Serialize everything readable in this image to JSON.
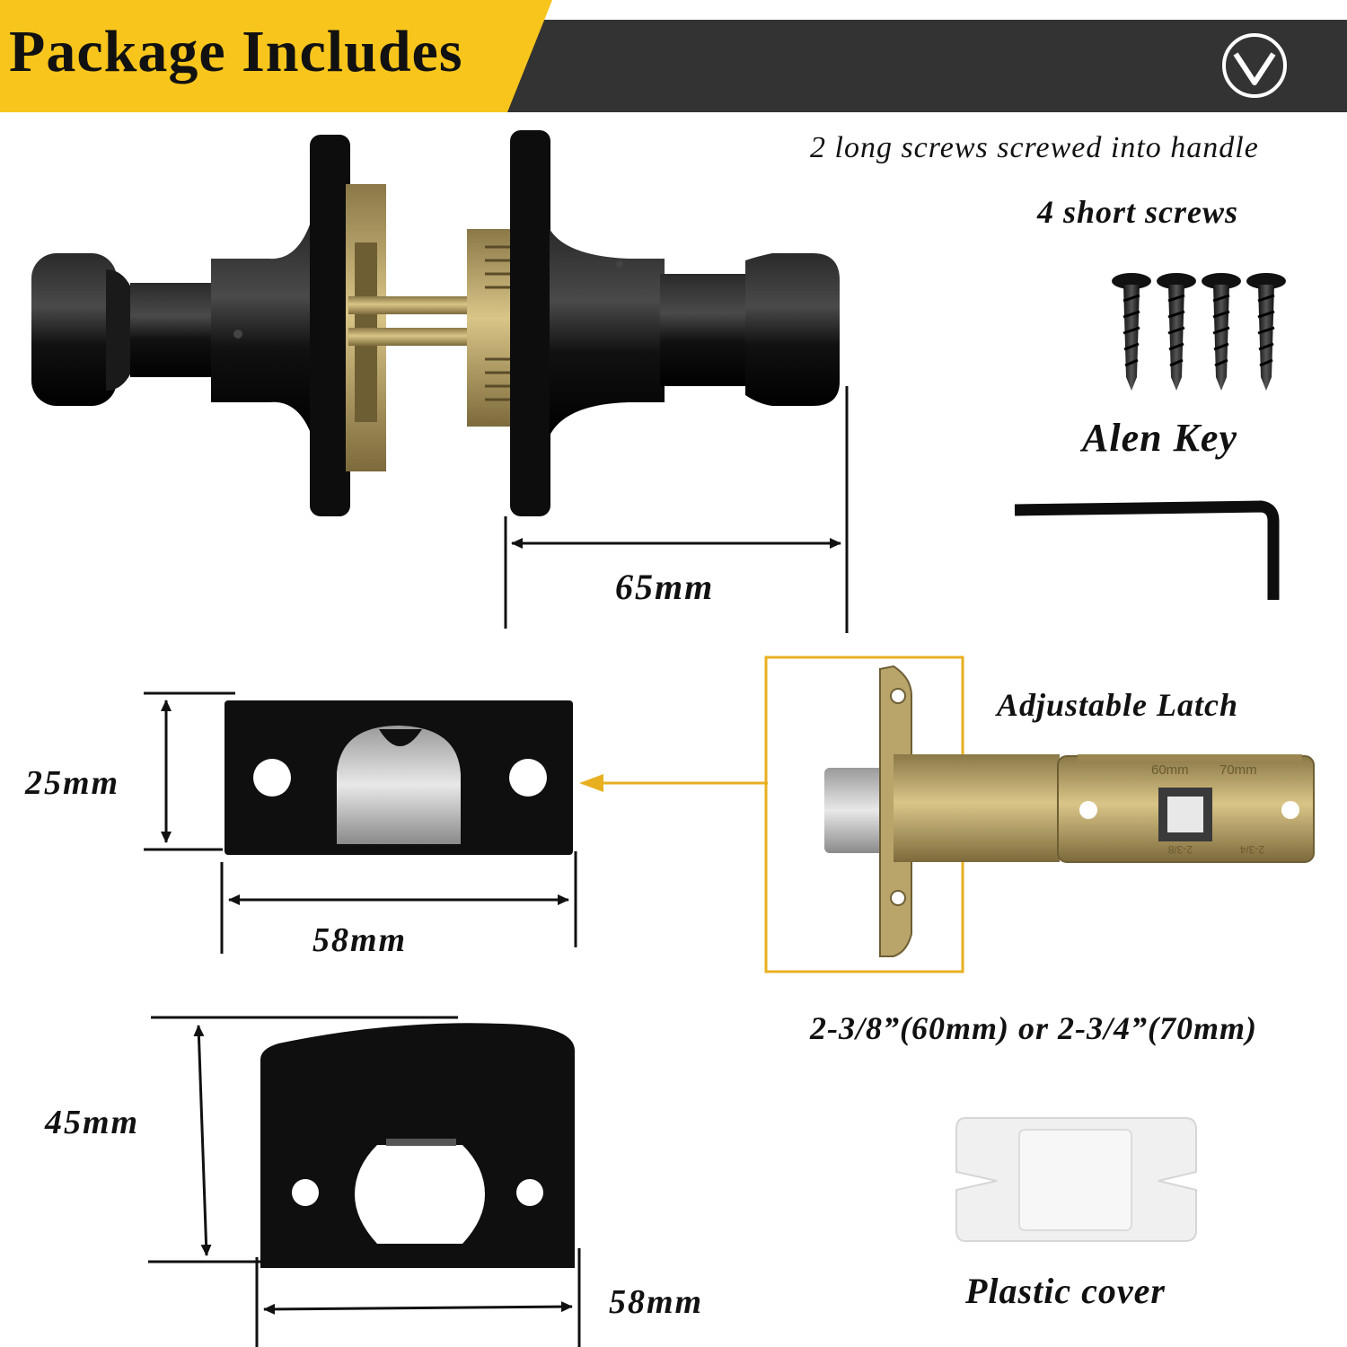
{
  "header": {
    "title": "Package Includes",
    "accent_color": "#f8c51c",
    "bar_color": "#333333"
  },
  "labels": {
    "long_screws": "2 long screws screwed into handle",
    "short_screws": "4 short screws",
    "allen_key": "Alen Key",
    "adjustable_latch": "Adjustable Latch",
    "latch_sizes": "2-3/8”(60mm) or 2-3/4”(70mm)",
    "plastic_cover": "Plastic cover"
  },
  "dimensions": {
    "knob_width": "65mm",
    "faceplate_height": "25mm",
    "faceplate_width": "58mm",
    "strike_height": "45mm",
    "strike_width": "58mm"
  },
  "latch_markings": {
    "mark_60": "60mm",
    "mark_70": "70mm",
    "mark_238": "2-3/8",
    "mark_234": "2-3/4"
  },
  "colors": {
    "highlight": "#e8b021",
    "brass": "#b8a160",
    "black_finish": "#111111"
  }
}
